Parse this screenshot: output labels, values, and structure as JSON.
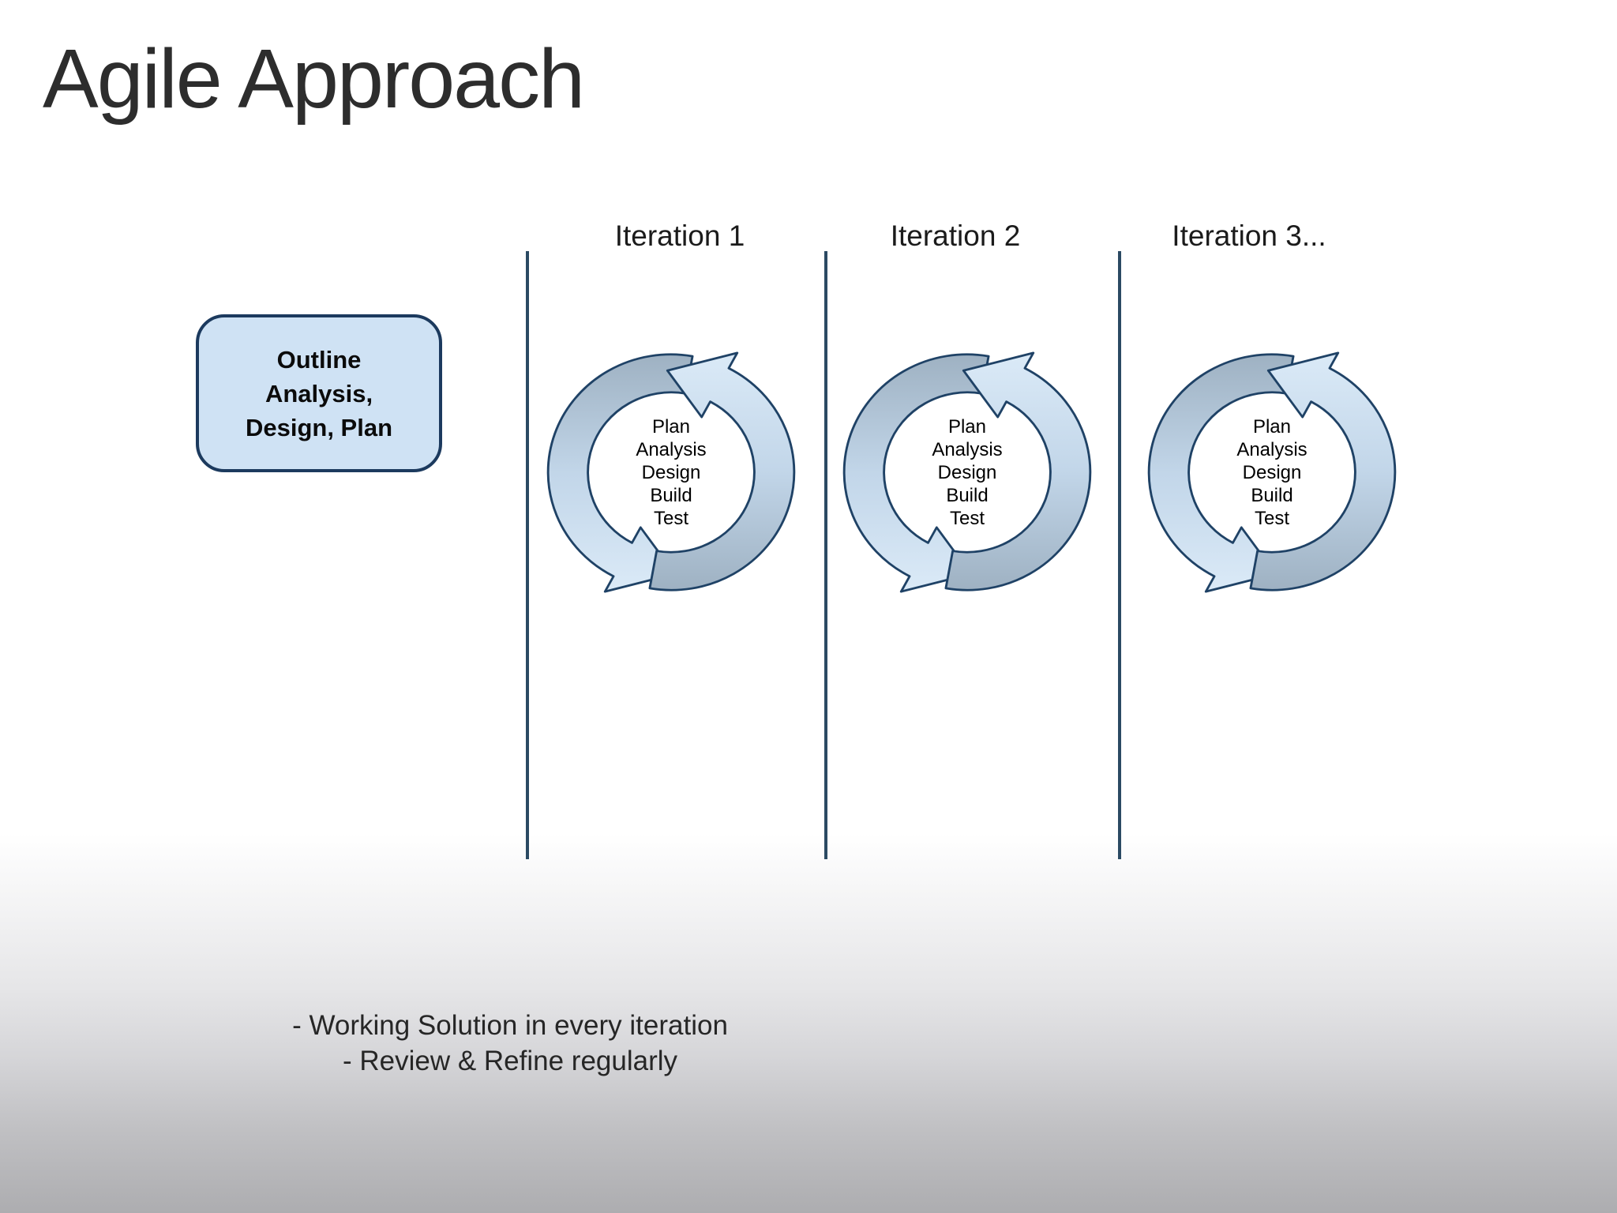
{
  "title": "Agile Approach",
  "iterations": [
    {
      "label": "Iteration 1"
    },
    {
      "label": "Iteration 2"
    },
    {
      "label": "Iteration 3..."
    }
  ],
  "outline_box": {
    "line1": "Outline",
    "line2": "Analysis,",
    "line3": "Design, Plan"
  },
  "cycle_steps": [
    "Plan",
    "Analysis",
    "Design",
    "Build",
    "Test"
  ],
  "footer": {
    "line1": "- Working Solution in every iteration",
    "line2": "- Review & Refine regularly"
  },
  "colors": {
    "divider": "#2b4a63",
    "box_fill": "#cfe2f4",
    "box_border": "#1c3a5e",
    "arrow_outline": "#1f4266",
    "arrow_gray": "#9db0c1",
    "arrow_light_blue": "#dcebf8",
    "title_text": "#2d2d2d",
    "background_bottom": "#adadb0"
  }
}
